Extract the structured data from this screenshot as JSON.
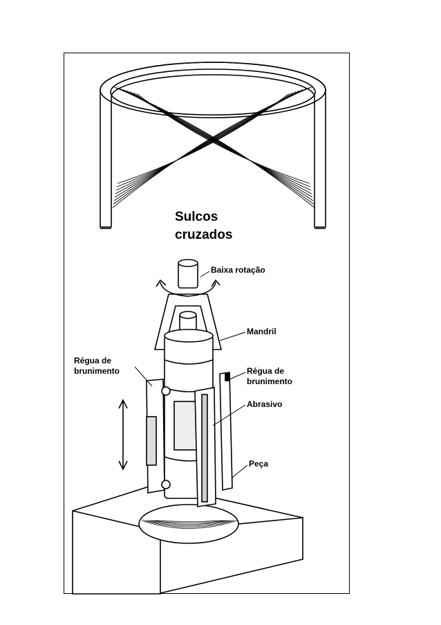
{
  "figure": {
    "title_line1": "Sulcos",
    "title_line2": "cruzados",
    "labels": {
      "rotation": "Baixa rotação",
      "mandrel": "Mandril",
      "stone_left_line1": "Régua de",
      "stone_left_line2": "brunimento",
      "stone_right_line1": "Régua de",
      "stone_right_line2": "brunimento",
      "abrasive": "Abrasivo",
      "workpiece": "Peça"
    }
  },
  "colors": {
    "ink": "#000000",
    "paper": "#ffffff",
    "shade": "#d8d8d8"
  }
}
